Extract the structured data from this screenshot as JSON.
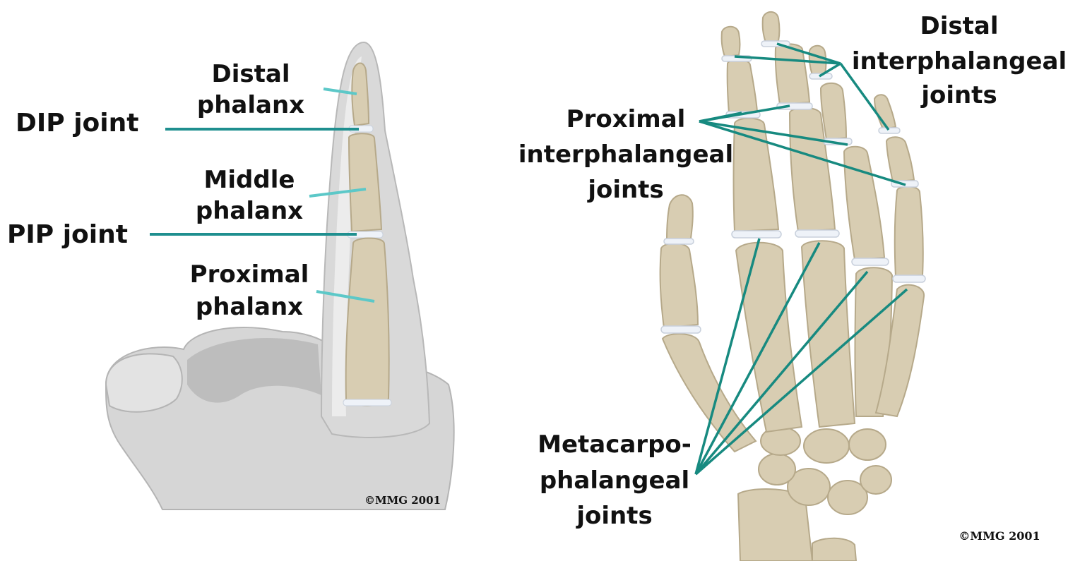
{
  "colors": {
    "background": "#ffffff",
    "skin": "#d6d6d6",
    "skin_shadow": "#a9a9a9",
    "bone": "#d8cdb2",
    "bone_edge": "#b6a98a",
    "cartilage": "#eef2f8",
    "leader_finger": "#5cc8c8",
    "leader_joint": "#1f8f8f",
    "leader_hand": "#178a80",
    "text": "#111111"
  },
  "finger_view": {
    "labels": {
      "distal_phalanx": [
        "Distal",
        "phalanx"
      ],
      "dip_joint": "DIP joint",
      "middle_phalanx": [
        "Middle",
        "phalanx"
      ],
      "pip_joint": "PIP joint",
      "proximal_phalanx": [
        "Proximal",
        "phalanx"
      ]
    },
    "copyright": "©MMG 2001"
  },
  "hand_view": {
    "labels": {
      "distal_interphalangeal_joints": [
        "Distal",
        "interphalangeal",
        "joints"
      ],
      "proximal_interphalangeal_joints": [
        "Proximal",
        "interphalangeal",
        "joints"
      ],
      "metacarpophalangeal_joints": [
        "Metacarpo-",
        "phalangeal",
        "joints"
      ]
    },
    "copyright": "©MMG 2001"
  }
}
